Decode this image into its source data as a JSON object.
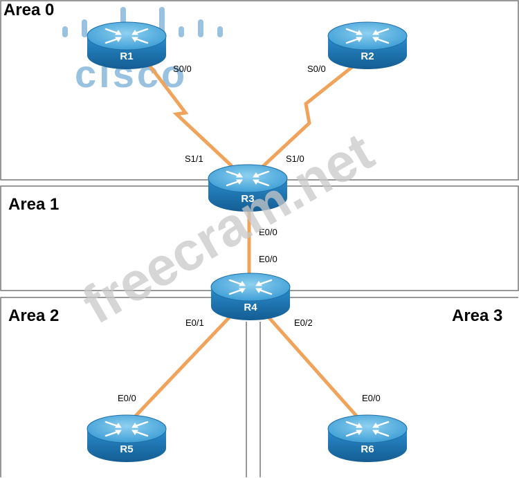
{
  "areas": [
    {
      "id": "area0",
      "label": "Area 0"
    },
    {
      "id": "area1",
      "label": "Area 1"
    },
    {
      "id": "area2",
      "label": "Area 2"
    },
    {
      "id": "area3",
      "label": "Area 3"
    }
  ],
  "routers": [
    {
      "id": "R1",
      "label": "R1"
    },
    {
      "id": "R2",
      "label": "R2"
    },
    {
      "id": "R3",
      "label": "R3"
    },
    {
      "id": "R4",
      "label": "R4"
    },
    {
      "id": "R5",
      "label": "R5"
    },
    {
      "id": "R6",
      "label": "R6"
    }
  ],
  "links": [
    {
      "from": "R1",
      "to": "R3",
      "type": "serial",
      "from_intf": "S0/0",
      "to_intf": "S1/1"
    },
    {
      "from": "R2",
      "to": "R3",
      "type": "serial",
      "from_intf": "S0/0",
      "to_intf": "S1/0"
    },
    {
      "from": "R3",
      "to": "R4",
      "type": "ethernet",
      "from_intf": "E0/0",
      "to_intf": "E0/0"
    },
    {
      "from": "R4",
      "to": "R5",
      "type": "ethernet",
      "from_intf": "E0/1",
      "to_intf": "E0/0"
    },
    {
      "from": "R4",
      "to": "R6",
      "type": "ethernet",
      "from_intf": "E0/2",
      "to_intf": "E0/0"
    }
  ],
  "watermark": {
    "text": "freecram.net"
  },
  "logo": {
    "text": "cisco"
  },
  "colors": {
    "router_top": "#5fb0dd",
    "router_side": "#1f7ab8",
    "link": "#f0a35a",
    "area_border": "#777777"
  }
}
